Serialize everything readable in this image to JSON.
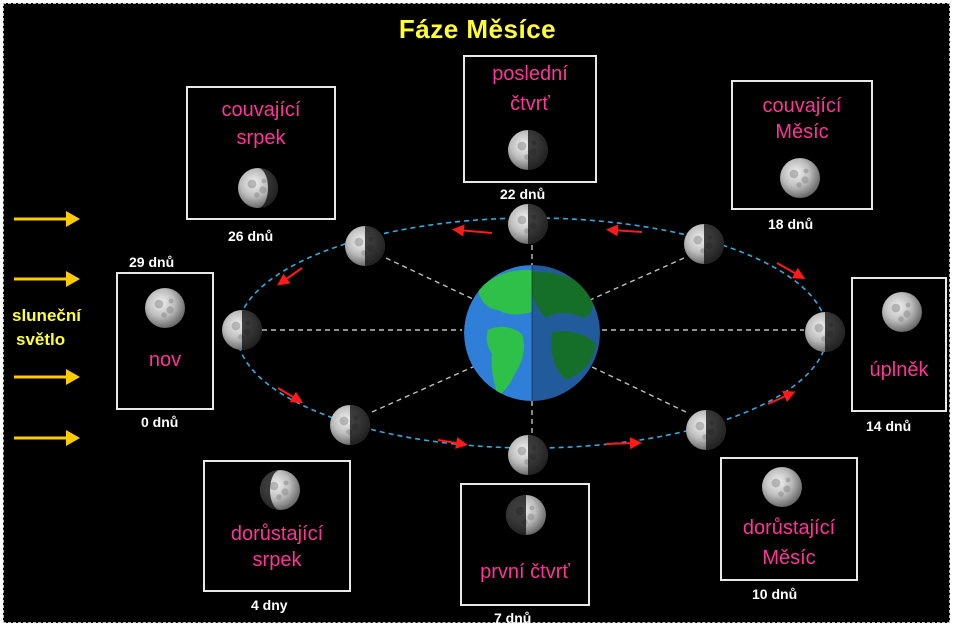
{
  "title": "Fáze Měsíce",
  "sunlight": {
    "line1": "sluneční",
    "line2": "světlo"
  },
  "phases": [
    {
      "id": "nov",
      "line1": "nov",
      "line2": "",
      "days": "0 dnů",
      "days_alt": "29 dnů"
    },
    {
      "id": "dorustajici-srpek",
      "line1": "dorůstající",
      "line2": "srpek",
      "days": "4 dny"
    },
    {
      "id": "prvni-ctvrt",
      "line1": "první čtvrť",
      "line2": "",
      "days": "7 dnů"
    },
    {
      "id": "dorustajici-mesic",
      "line1": "dorůstající",
      "line2": "Měsíc",
      "days": "10 dnů"
    },
    {
      "id": "uplnek",
      "line1": "úplněk",
      "line2": "",
      "days": "14 dnů"
    },
    {
      "id": "couvajici-mesic",
      "line1": "couvající",
      "line2": "Měsíc",
      "days": "18 dnů"
    },
    {
      "id": "posledni-ctvrt",
      "line1": "poslední",
      "line2": "čtvrť",
      "days": "22 dnů"
    },
    {
      "id": "couvajici-srpek",
      "line1": "couvající",
      "line2": "srpek",
      "days": "26 dnů"
    }
  ],
  "colors": {
    "background": "#000000",
    "title": "#ffff33",
    "phase_label": "#ff3399",
    "day_label": "#ffffff",
    "orbit": "#33aadd",
    "arrow": "#ff1a1a",
    "sun_arrow": "#ffcc00",
    "ocean": "#2f7fd8",
    "land": "#2fc04a"
  }
}
